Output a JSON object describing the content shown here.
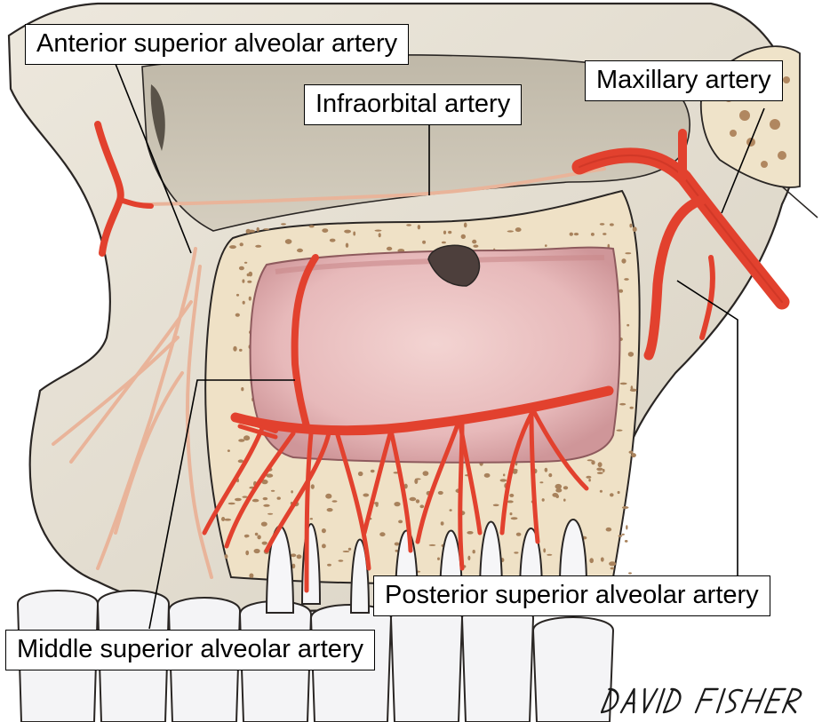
{
  "labels": {
    "anterior": "Anterior superior alveolar artery",
    "infraorbital": "Infraorbital artery",
    "maxillary": "Maxillary artery",
    "posterior": "Posterior superior alveolar artery",
    "middle": "Middle superior alveolar artery"
  },
  "signature": "DAVID FISHER",
  "colors": {
    "bone": "#e8e2d6",
    "bone_shadow": "#cfc8b8",
    "sinus": "#e7bcbd",
    "sinus_rim": "#b98184",
    "cancellous": "#f0e2c8",
    "artery": "#e2412e",
    "artery_faint": "#e9b49a",
    "teeth": "#f4f4f6",
    "outline": "#2a2624"
  }
}
